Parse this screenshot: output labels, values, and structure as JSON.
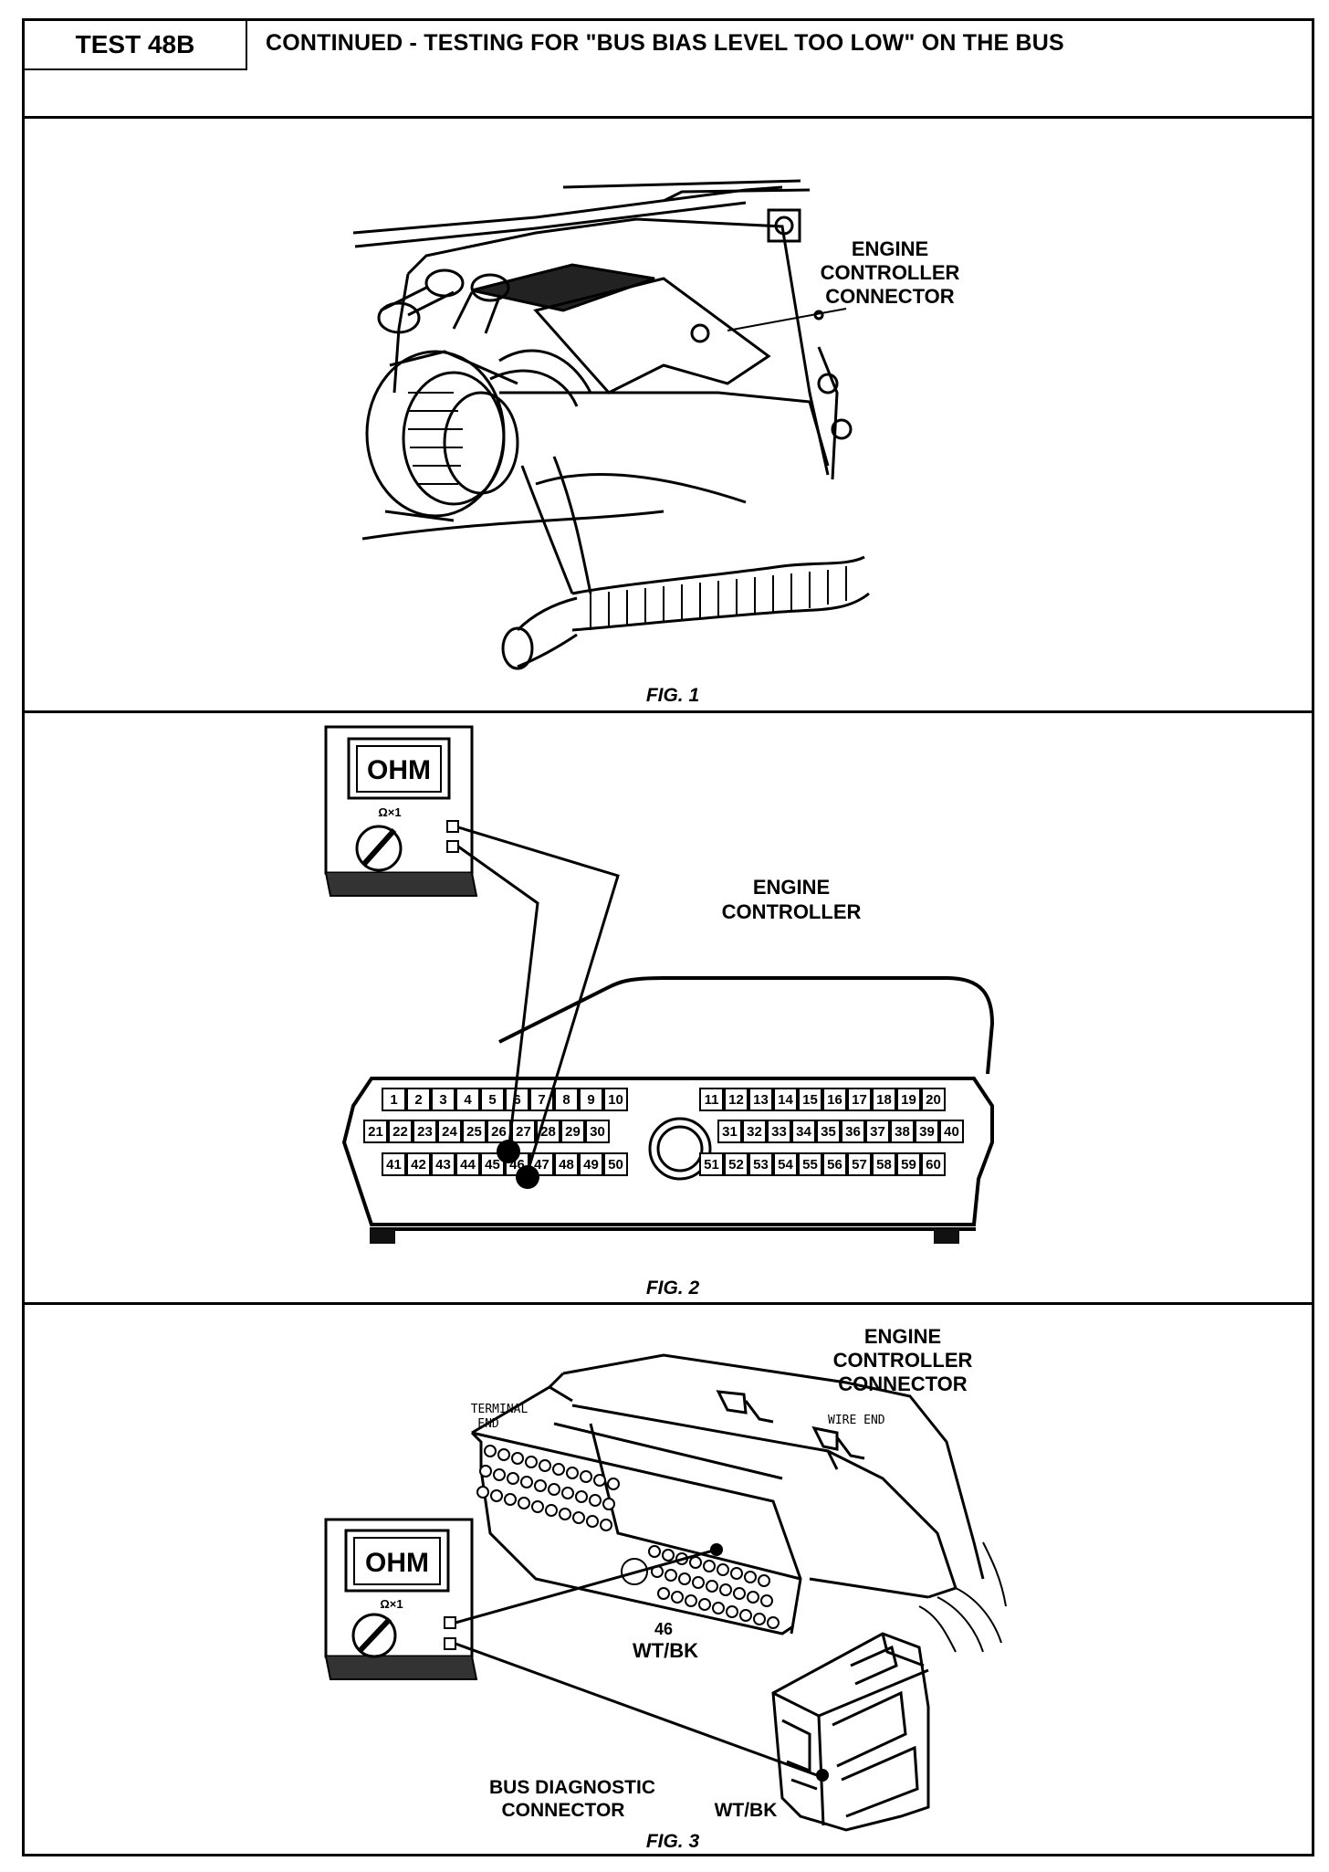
{
  "header": {
    "test_id": "TEST 48B",
    "title": "CONTINUED - TESTING FOR \"BUS BIAS LEVEL TOO LOW\" ON THE BUS"
  },
  "fig1": {
    "caption": "FIG. 1",
    "label_lines": [
      "ENGINE",
      "CONTROLLER",
      "CONNECTOR"
    ]
  },
  "fig2": {
    "caption": "FIG. 2",
    "label_lines": [
      "ENGINE",
      "CONTROLLER"
    ],
    "meter_display": "OHM",
    "meter_range": "Ω×1",
    "pin_rows": [
      [
        "1",
        "2",
        "3",
        "4",
        "5",
        "6",
        "7",
        "8",
        "9",
        "10"
      ],
      [
        "21",
        "22",
        "23",
        "24",
        "25",
        "26",
        "27",
        "28",
        "29",
        "30"
      ],
      [
        "41",
        "42",
        "43",
        "44",
        "45",
        "46",
        "47",
        "48",
        "49",
        "50"
      ],
      [
        "11",
        "12",
        "13",
        "14",
        "15",
        "16",
        "17",
        "18",
        "19",
        "20"
      ],
      [
        "31",
        "32",
        "33",
        "34",
        "35",
        "36",
        "37",
        "38",
        "39",
        "40"
      ],
      [
        "51",
        "52",
        "53",
        "54",
        "55",
        "56",
        "57",
        "58",
        "59",
        "60"
      ]
    ]
  },
  "fig3": {
    "caption": "FIG. 3",
    "label_lines": [
      "ENGINE",
      "CONTROLLER",
      "CONNECTOR"
    ],
    "terminal_end_lines": [
      "TERMINAL",
      "END"
    ],
    "wire_end": "WIRE END",
    "pin_label": "46",
    "pin_color": "WT/BK",
    "bus_label_lines": [
      "BUS DIAGNOSTIC",
      "CONNECTOR"
    ],
    "bus_pin_color": "WT/BK",
    "meter_display": "OHM",
    "meter_range": "Ω×1"
  }
}
